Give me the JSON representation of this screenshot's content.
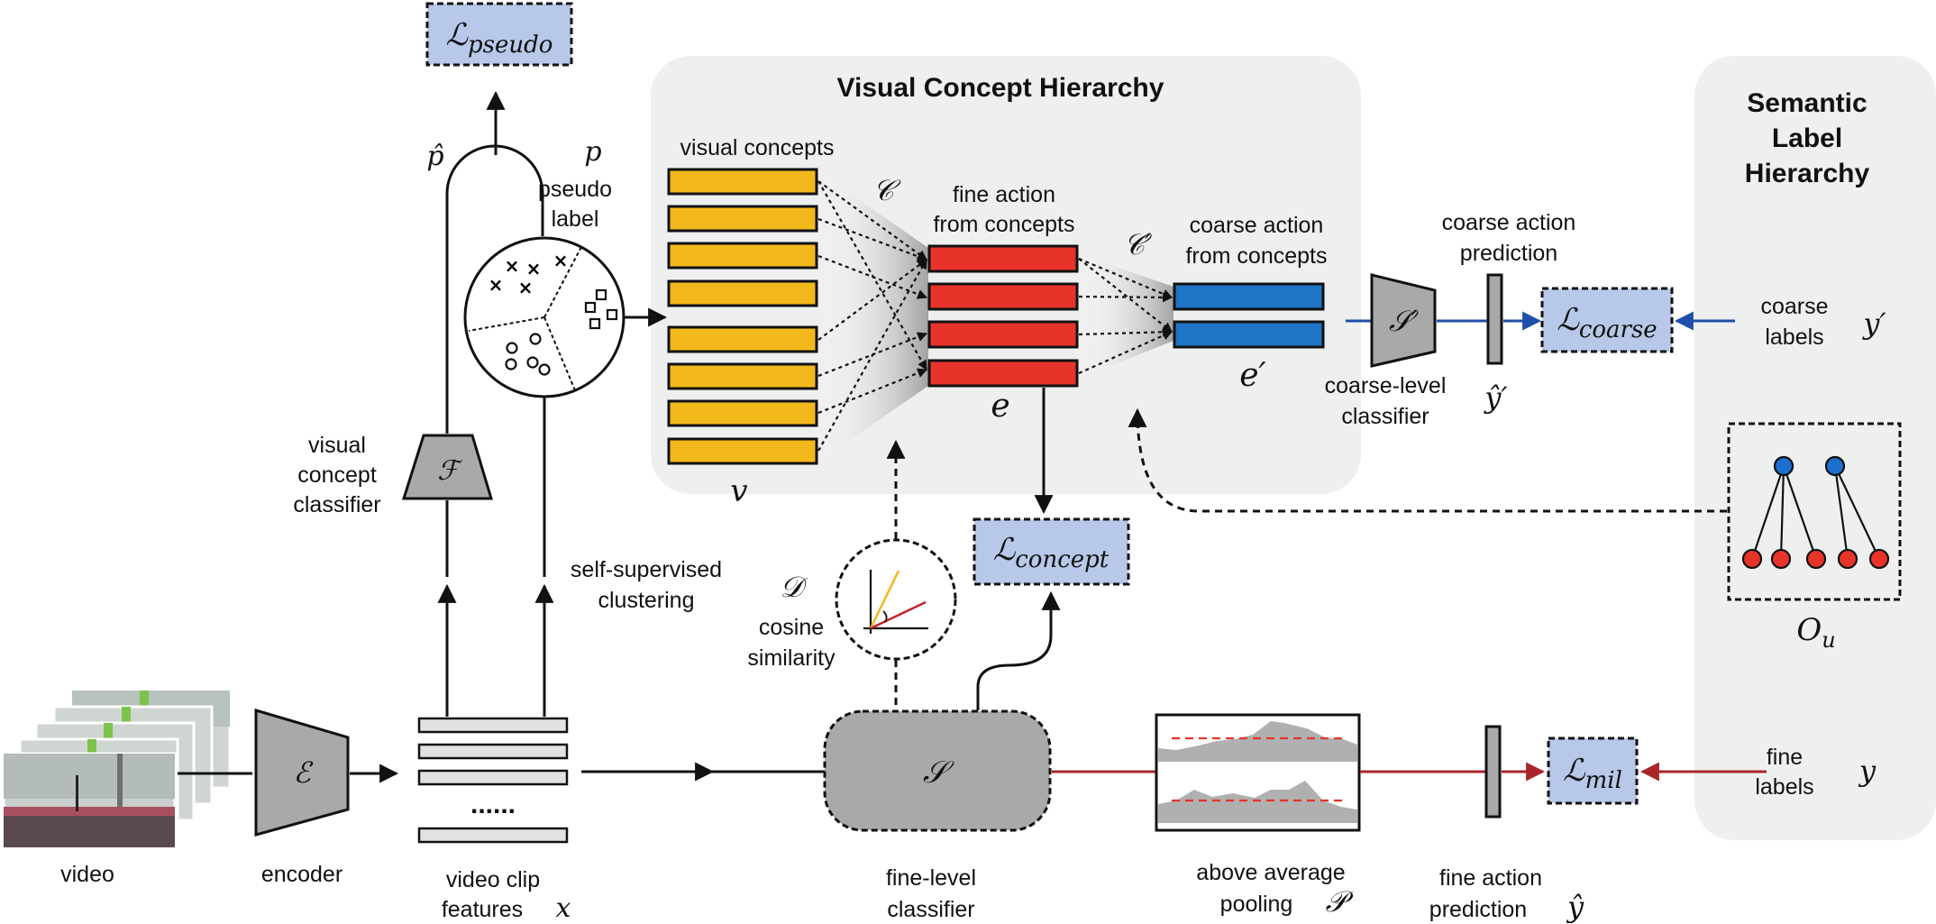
{
  "panels": {
    "visual_hierarchy_title": "Visual Concept Hierarchy",
    "semantic_hierarchy_title": [
      "Semantic",
      "Label",
      "Hierarchy"
    ]
  },
  "losses": {
    "pseudo": {
      "base": "ℒ",
      "sub": "pseudo"
    },
    "concept": {
      "base": "ℒ",
      "sub": "concept"
    },
    "coarse": {
      "base": "ℒ",
      "sub": "coarse"
    },
    "mil": {
      "base": "ℒ",
      "sub": "mil"
    }
  },
  "labels": {
    "video": "video",
    "encoder": "encoder",
    "encoder_symbol": "ℰ",
    "clip_features": "video clip",
    "clip_features_2": "features",
    "clip_features_sym": "x",
    "clip_dots": "......",
    "visual_concept_classifier": [
      "visual",
      "concept",
      "classifier"
    ],
    "F_symbol": "ℱ",
    "p_hat": "p̂",
    "p": "p",
    "pseudo_label": [
      "pseudo",
      "label"
    ],
    "self_supervised": [
      "self-supervised",
      "clustering"
    ],
    "visual_concepts": "visual concepts",
    "v": "v",
    "C": "𝒞",
    "fine_from_concepts": [
      "fine action",
      "from concepts"
    ],
    "e": "e",
    "C_prime": "𝒞′",
    "coarse_from_concepts": [
      "coarse action",
      "from concepts"
    ],
    "e_prime": "e′",
    "S_prime": "𝒮′",
    "coarse_level_classifier": [
      "coarse-level",
      "classifier"
    ],
    "coarse_prediction": [
      "coarse action",
      "prediction"
    ],
    "y_hat_prime": "ŷ′",
    "coarse_labels": [
      "coarse",
      "labels"
    ],
    "y_prime": "y′",
    "D": "𝒟",
    "cosine": [
      "cosine",
      "similarity"
    ],
    "S": "𝒮",
    "fine_level_classifier": [
      "fine-level",
      "classifier"
    ],
    "pooling": [
      "above average",
      "pooling"
    ],
    "P": "𝒫",
    "fine_prediction": [
      "fine action",
      "prediction"
    ],
    "y_hat": "ŷ",
    "fine_labels": [
      "fine",
      "labels"
    ],
    "y": "y",
    "O_u": "O",
    "O_sub": "u"
  },
  "colors": {
    "panel": "#eef0ef",
    "loss_fill": "#b7c8e8",
    "yellow": "#f2b81c",
    "red": "#e8332a",
    "blue": "#1f74c6",
    "node_blue": "#1c6fd0",
    "gray_block": "#a9a9a9",
    "dark_red_line": "#a8262a",
    "blue_line": "#1f4fa8"
  }
}
